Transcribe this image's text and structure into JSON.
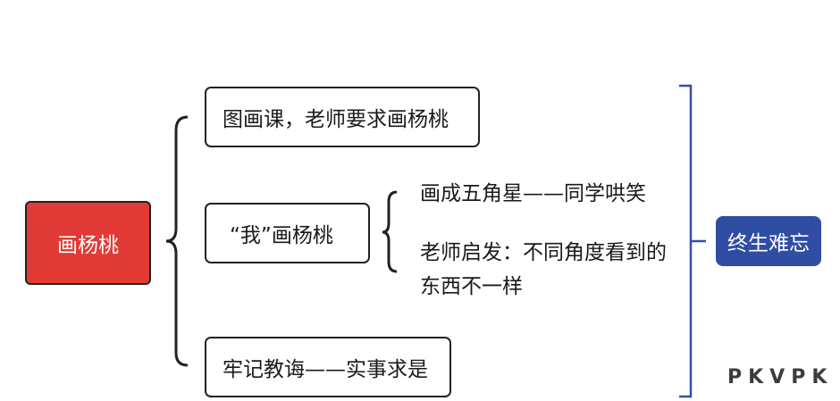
{
  "root": {
    "label": "画杨桃"
  },
  "branches": [
    {
      "label": "图画课，老师要求画杨桃"
    },
    {
      "label": "“我”画杨桃",
      "children": [
        {
          "label": "画成五角星——同学哄笑"
        },
        {
          "label": "老师启发：不同角度看到的东西不一样"
        }
      ]
    },
    {
      "label": "牢记教诲——实事求是"
    }
  ],
  "summary": {
    "label": "终生难忘"
  },
  "watermark": "PKVPK",
  "colors": {
    "root_fill": "#e23a35",
    "summary_fill": "#2f4ea3",
    "summary_bracket": "#3550a8"
  }
}
